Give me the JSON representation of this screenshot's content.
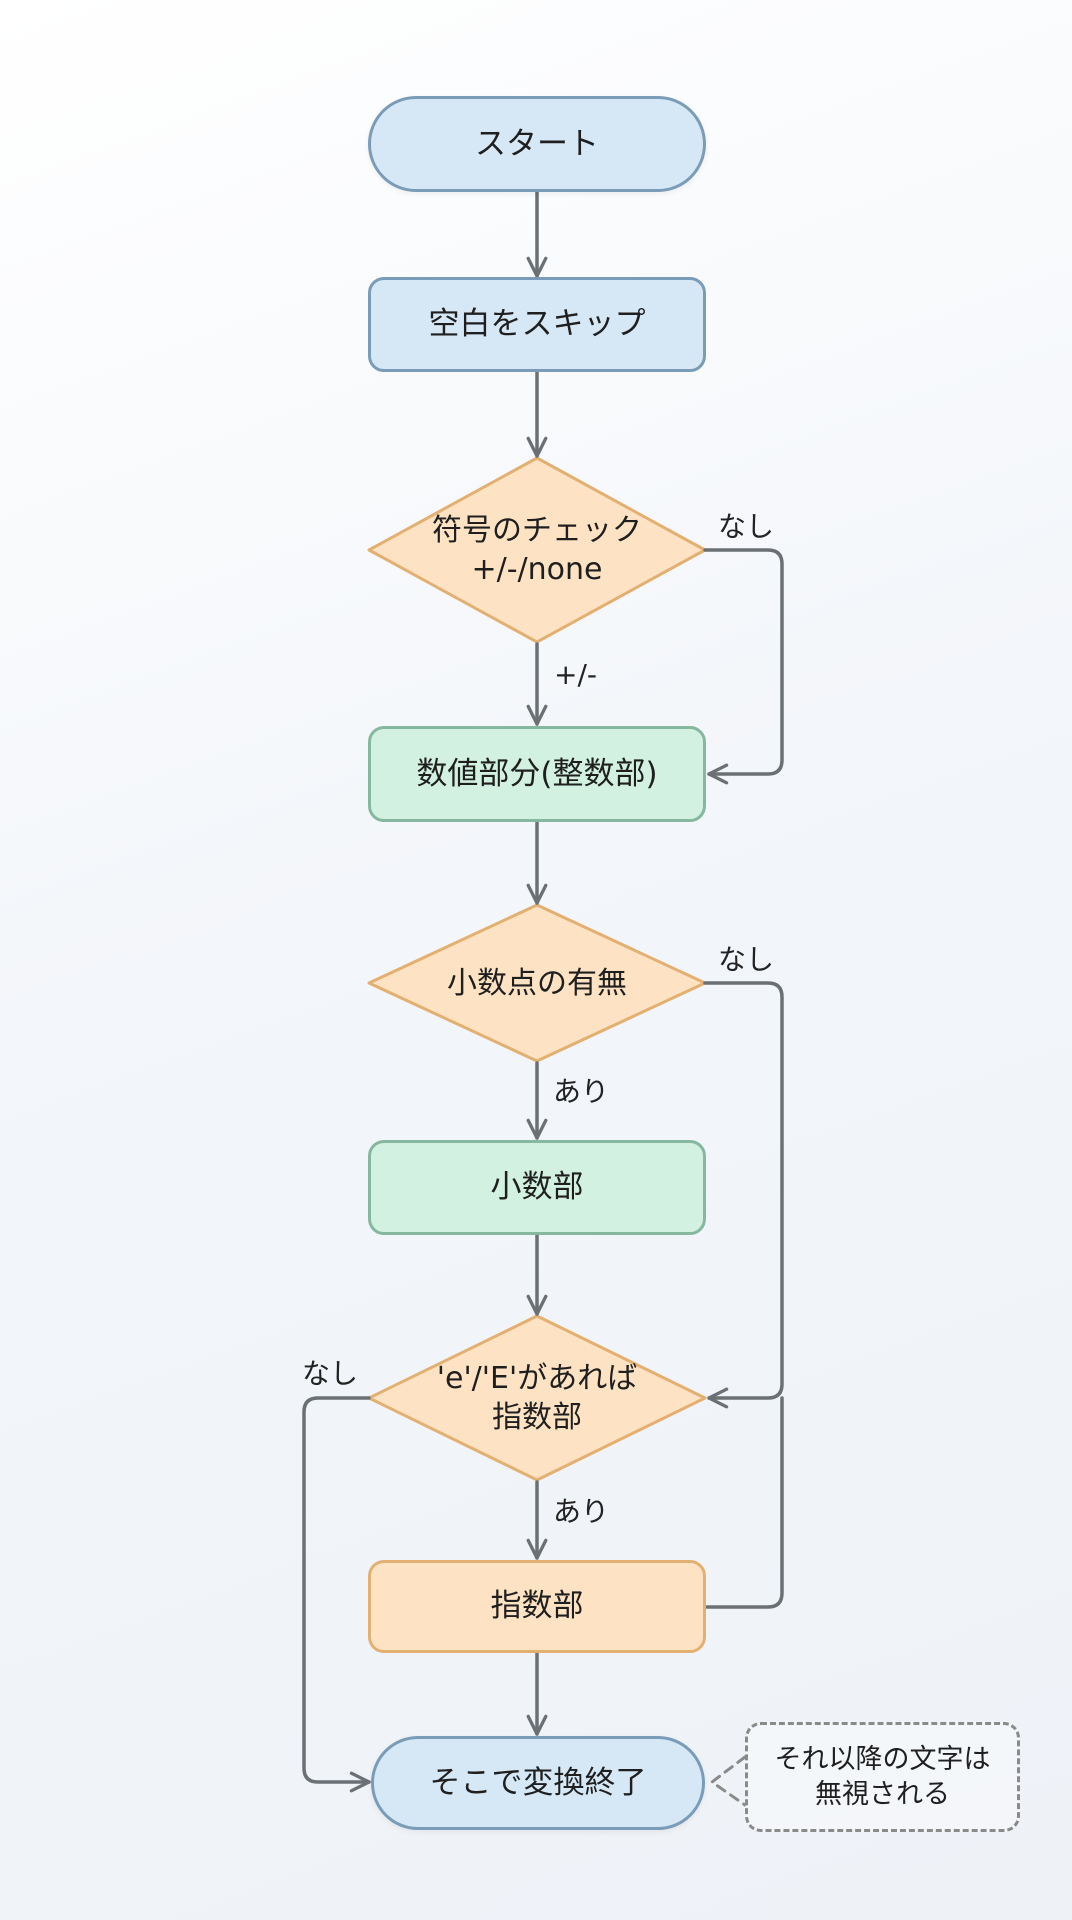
{
  "diagram": {
    "type": "flowchart",
    "colors": {
      "terminal_fill": "#d6e8f6",
      "terminal_stroke": "#7a9cb8",
      "process_green_fill": "#d2f1e1",
      "process_green_stroke": "#86b8a0",
      "decision_fill": "#fde3c3",
      "decision_stroke": "#e3b072",
      "arrow": "#6b7075"
    },
    "nodes": {
      "start": "スタート",
      "skip_whitespace": "空白をスキップ",
      "sign_check_line1": "符号のチェック",
      "sign_check_line2": "+/-/none",
      "integer_part": "数値部分(整数部)",
      "decimal_check": "小数点の有無",
      "fraction_part": "小数部",
      "exponent_check_line1": "'e'/'E'があれば",
      "exponent_check_line2": "指数部",
      "exponent_part": "指数部",
      "end": "そこで変換終了"
    },
    "edge_labels": {
      "sign_none": "なし",
      "sign_present": "+/-",
      "decimal_none": "なし",
      "decimal_present": "あり",
      "exponent_none": "なし",
      "exponent_present": "あり"
    },
    "note": {
      "line1": "それ以降の文字は",
      "line2": "無視される"
    }
  }
}
